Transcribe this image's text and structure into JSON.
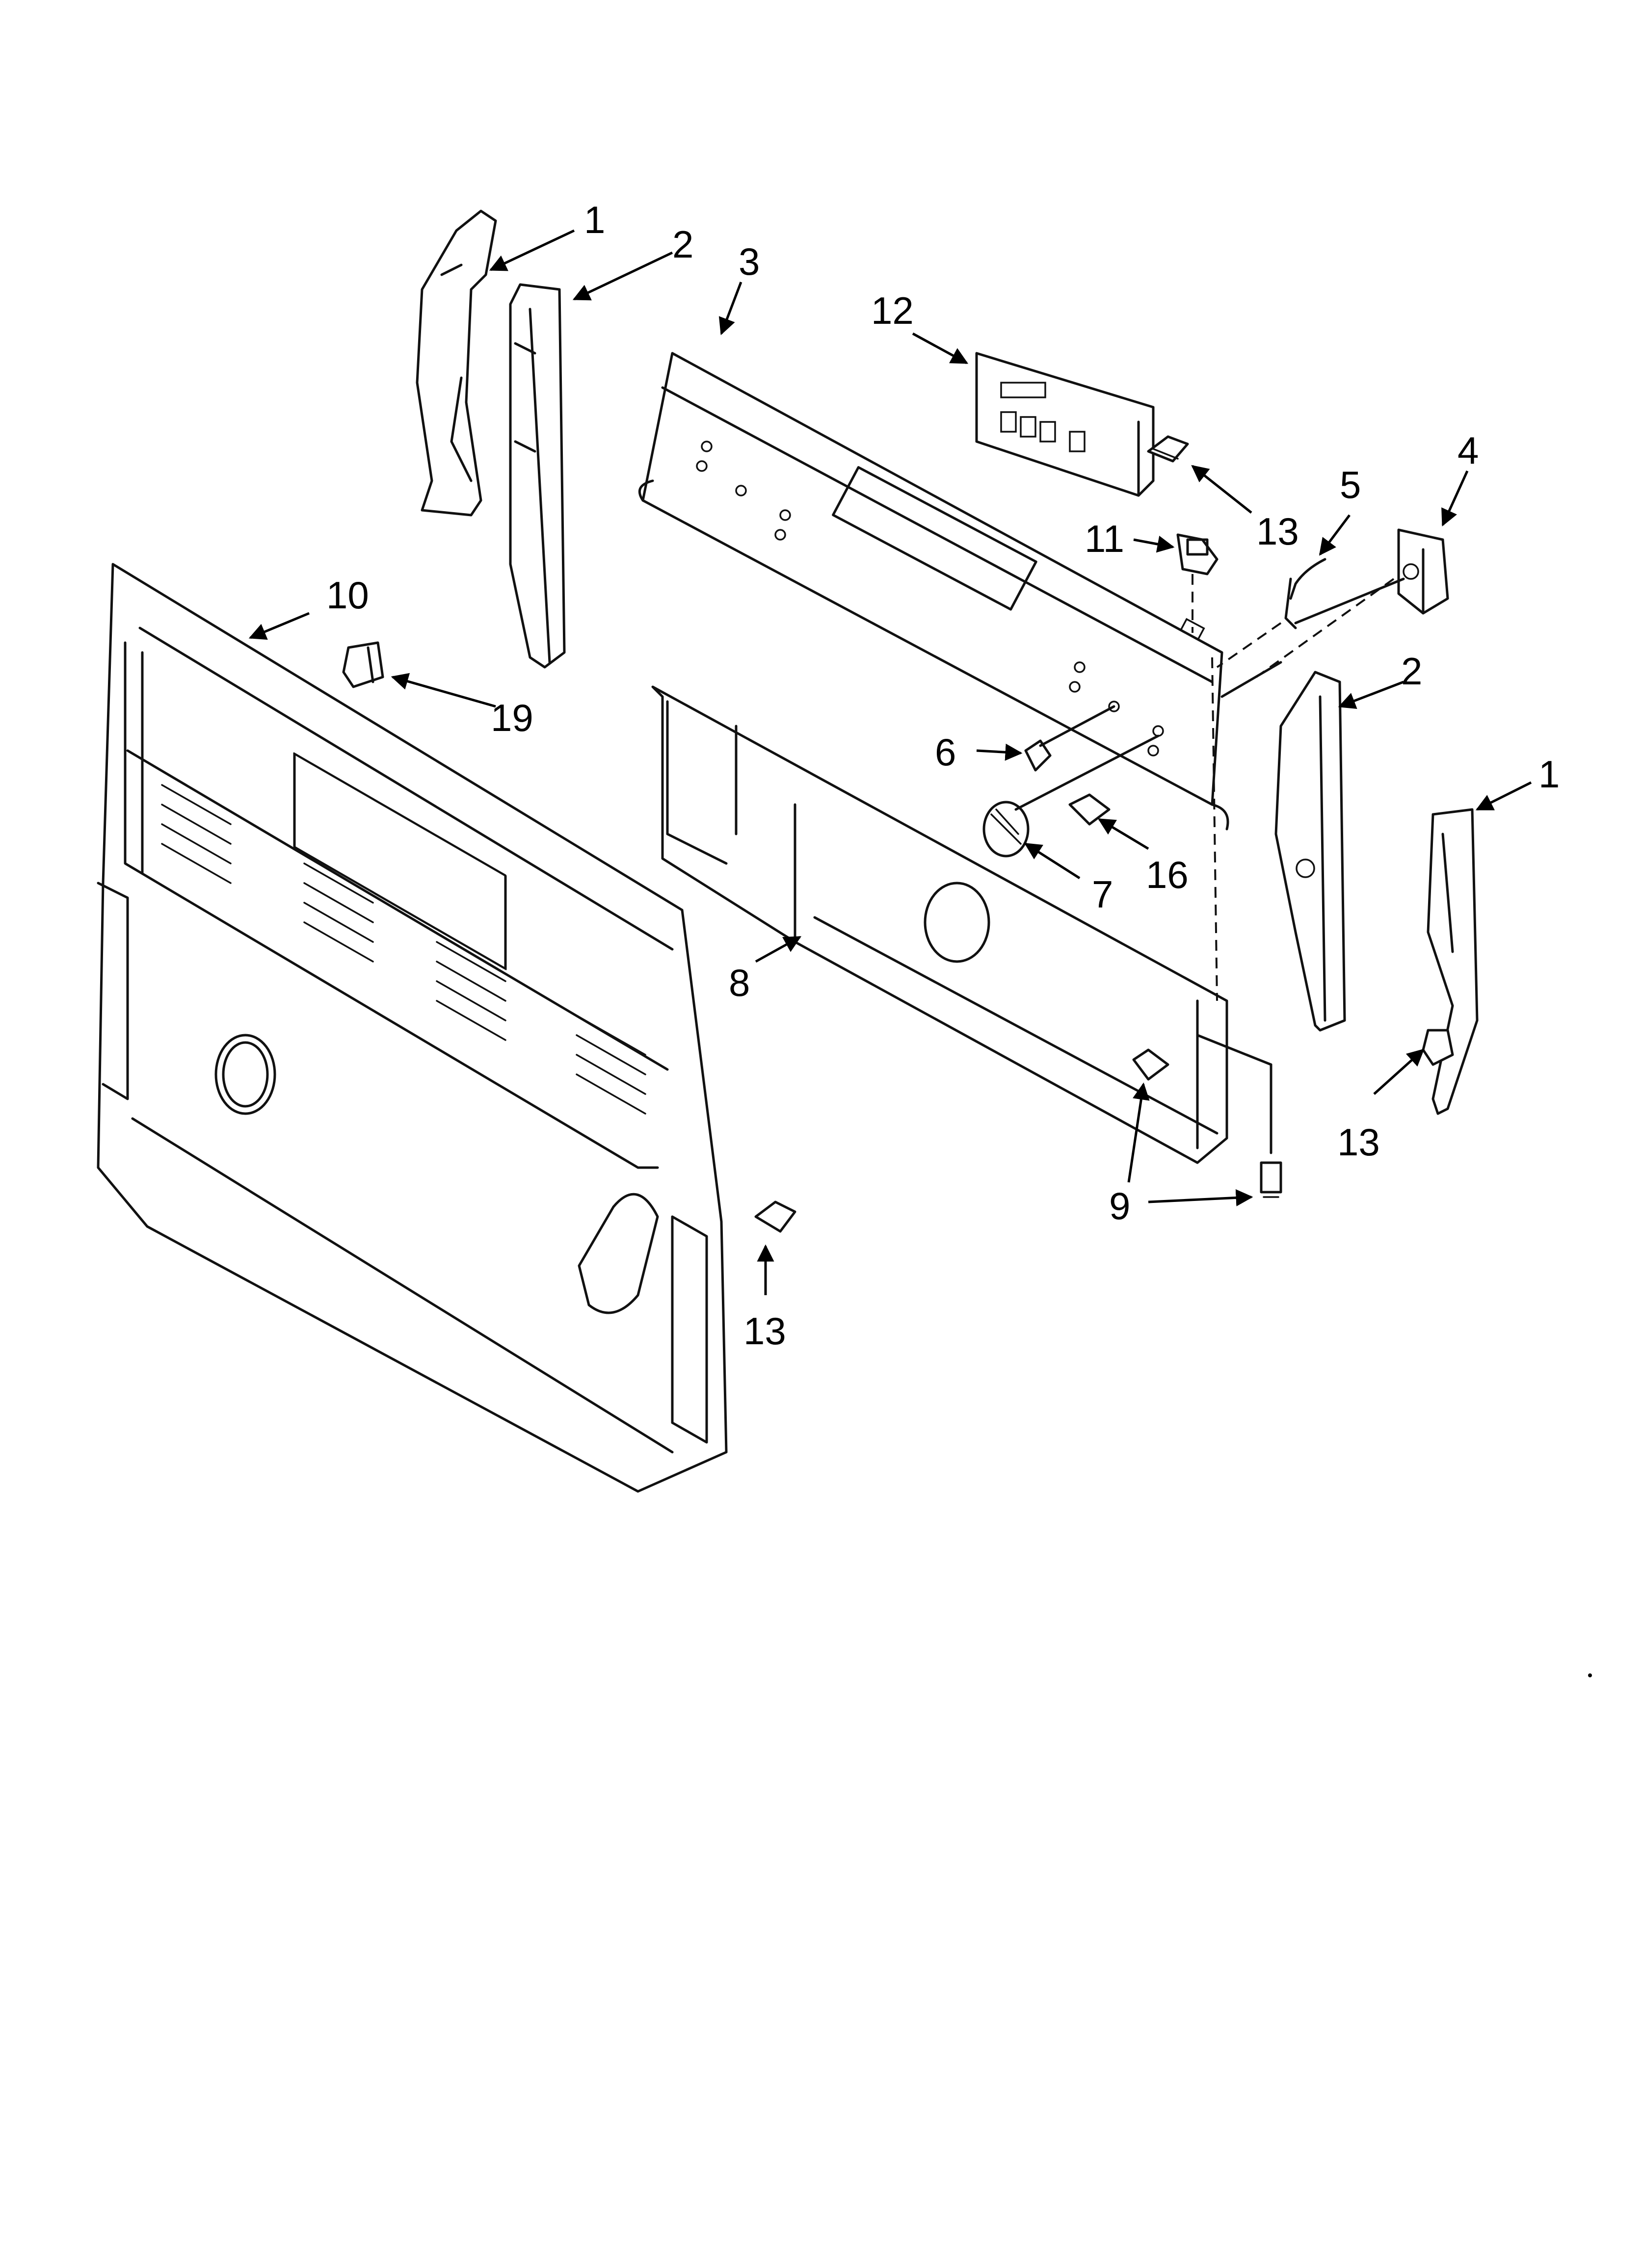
{
  "callouts": [
    {
      "id": "c1a",
      "label": "1"
    },
    {
      "id": "c2a",
      "label": "2"
    },
    {
      "id": "c3",
      "label": "3"
    },
    {
      "id": "c12",
      "label": "12"
    },
    {
      "id": "c13a",
      "label": "13"
    },
    {
      "id": "c5",
      "label": "5"
    },
    {
      "id": "c4",
      "label": "4"
    },
    {
      "id": "c11",
      "label": "11"
    },
    {
      "id": "c10",
      "label": "10"
    },
    {
      "id": "c19",
      "label": "19"
    },
    {
      "id": "c2b",
      "label": "2"
    },
    {
      "id": "c1b",
      "label": "1"
    },
    {
      "id": "c6",
      "label": "6"
    },
    {
      "id": "c16",
      "label": "16"
    },
    {
      "id": "c7",
      "label": "7"
    },
    {
      "id": "c8",
      "label": "8"
    },
    {
      "id": "c13b",
      "label": "13"
    },
    {
      "id": "c9",
      "label": "9"
    },
    {
      "id": "c13c",
      "label": "13"
    }
  ],
  "colors": {
    "ink": "#111111",
    "paper": "#ffffff"
  }
}
